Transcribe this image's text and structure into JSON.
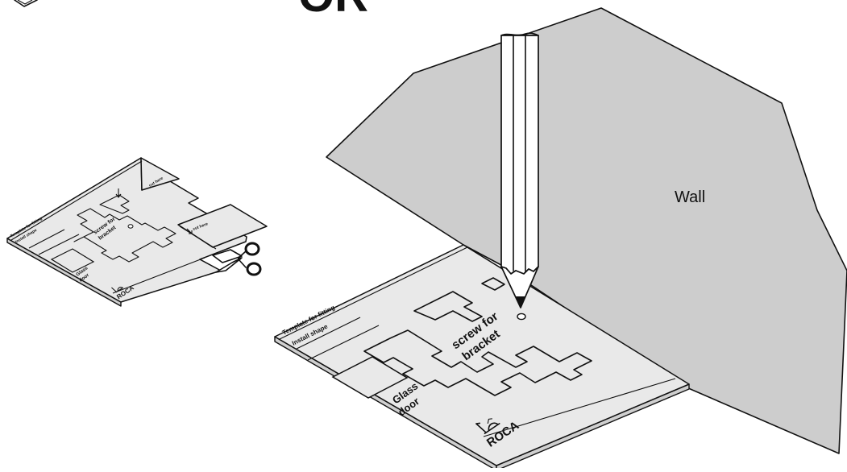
{
  "diagram": {
    "or_label": "OR",
    "wall_label": "Wall",
    "template_main": {
      "title_line1": "Template for fitting",
      "title_line2": "Install shape",
      "screw_line1": "screw for",
      "screw_line2": "bracket",
      "glass_line1": "Glass",
      "glass_line2": "door",
      "brand": "ROCA"
    },
    "template_small": {
      "title_line1": "Template for fitting",
      "title_line2": "Install shape",
      "screw_line1": "screw for",
      "screw_line2": "bracket",
      "glass_line1": "Glass",
      "glass_line2": "door",
      "brand": "ROCA",
      "cut_label_top": "cut here",
      "cut_label_side": "cut here"
    },
    "icons": [
      "scissors-icon",
      "pencil-icon",
      "roca-logo-icon",
      "arrow-down-icon"
    ]
  }
}
